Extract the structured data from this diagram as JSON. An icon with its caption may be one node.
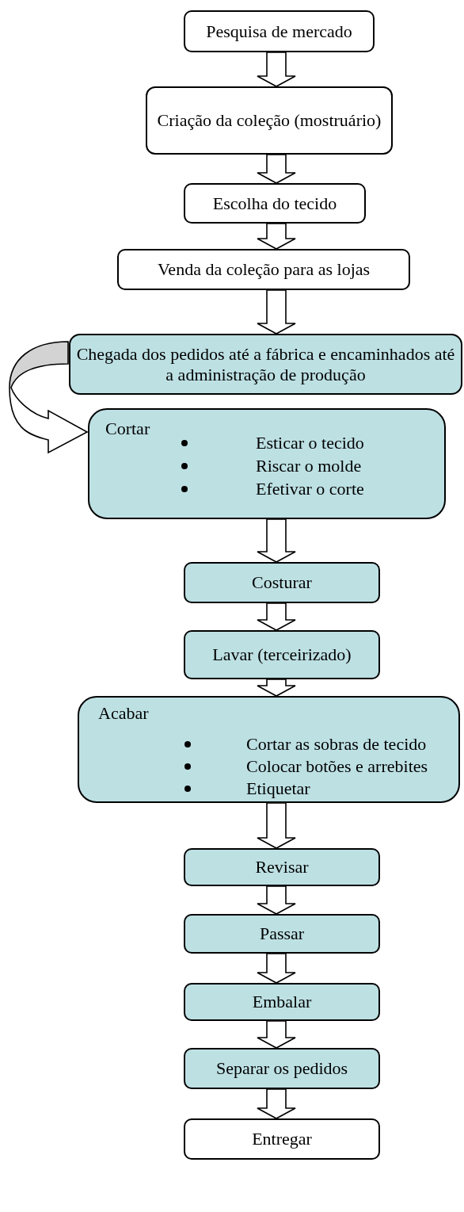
{
  "diagram": {
    "nodes": [
      {
        "text": [
          "Pesquisa de mercado"
        ]
      },
      {
        "text": [
          "Criação da coleção (mostruário)"
        ]
      },
      {
        "text": [
          "Escolha do tecido"
        ]
      },
      {
        "text": [
          "Venda da coleção para as lojas"
        ]
      },
      {
        "text": [
          "Chegada dos pedidos até a fábrica e encaminhados até a administração de produção"
        ]
      },
      {
        "text": [
          "Cortar",
          "Esticar o tecido",
          "Riscar o molde",
          "Efetivar o corte"
        ]
      },
      {
        "text": [
          "Costurar"
        ]
      },
      {
        "text": [
          "Lavar (terceirizado)"
        ]
      },
      {
        "text": [
          "Acabar",
          "Cortar as sobras de tecido",
          "Colocar botões e arrebites",
          "Etiquetar"
        ]
      },
      {
        "text": [
          "Revisar"
        ]
      },
      {
        "text": [
          "Passar"
        ]
      },
      {
        "text": [
          "Embalar"
        ]
      },
      {
        "text": [
          "Separar os pedidos"
        ]
      },
      {
        "text": [
          "Entregar"
        ]
      }
    ],
    "edges": [
      {
        "from": 0,
        "to": 1,
        "arrow": "to"
      },
      {
        "from": 1,
        "to": 2,
        "arrow": "to"
      },
      {
        "from": 2,
        "to": 3,
        "arrow": "to"
      },
      {
        "from": 3,
        "to": 4,
        "arrow": "to"
      },
      {
        "from": 4,
        "to": 5,
        "arrow": "to"
      },
      {
        "from": 5,
        "to": 6,
        "arrow": "to"
      },
      {
        "from": 6,
        "to": 7,
        "arrow": "to"
      },
      {
        "from": 7,
        "to": 8,
        "arrow": "to"
      },
      {
        "from": 8,
        "to": 9,
        "arrow": "to"
      },
      {
        "from": 9,
        "to": 10,
        "arrow": "to"
      },
      {
        "from": 10,
        "to": 11,
        "arrow": "to"
      },
      {
        "from": 11,
        "to": 12,
        "arrow": "to"
      },
      {
        "from": 12,
        "to": 13,
        "arrow": "to"
      }
    ]
  }
}
